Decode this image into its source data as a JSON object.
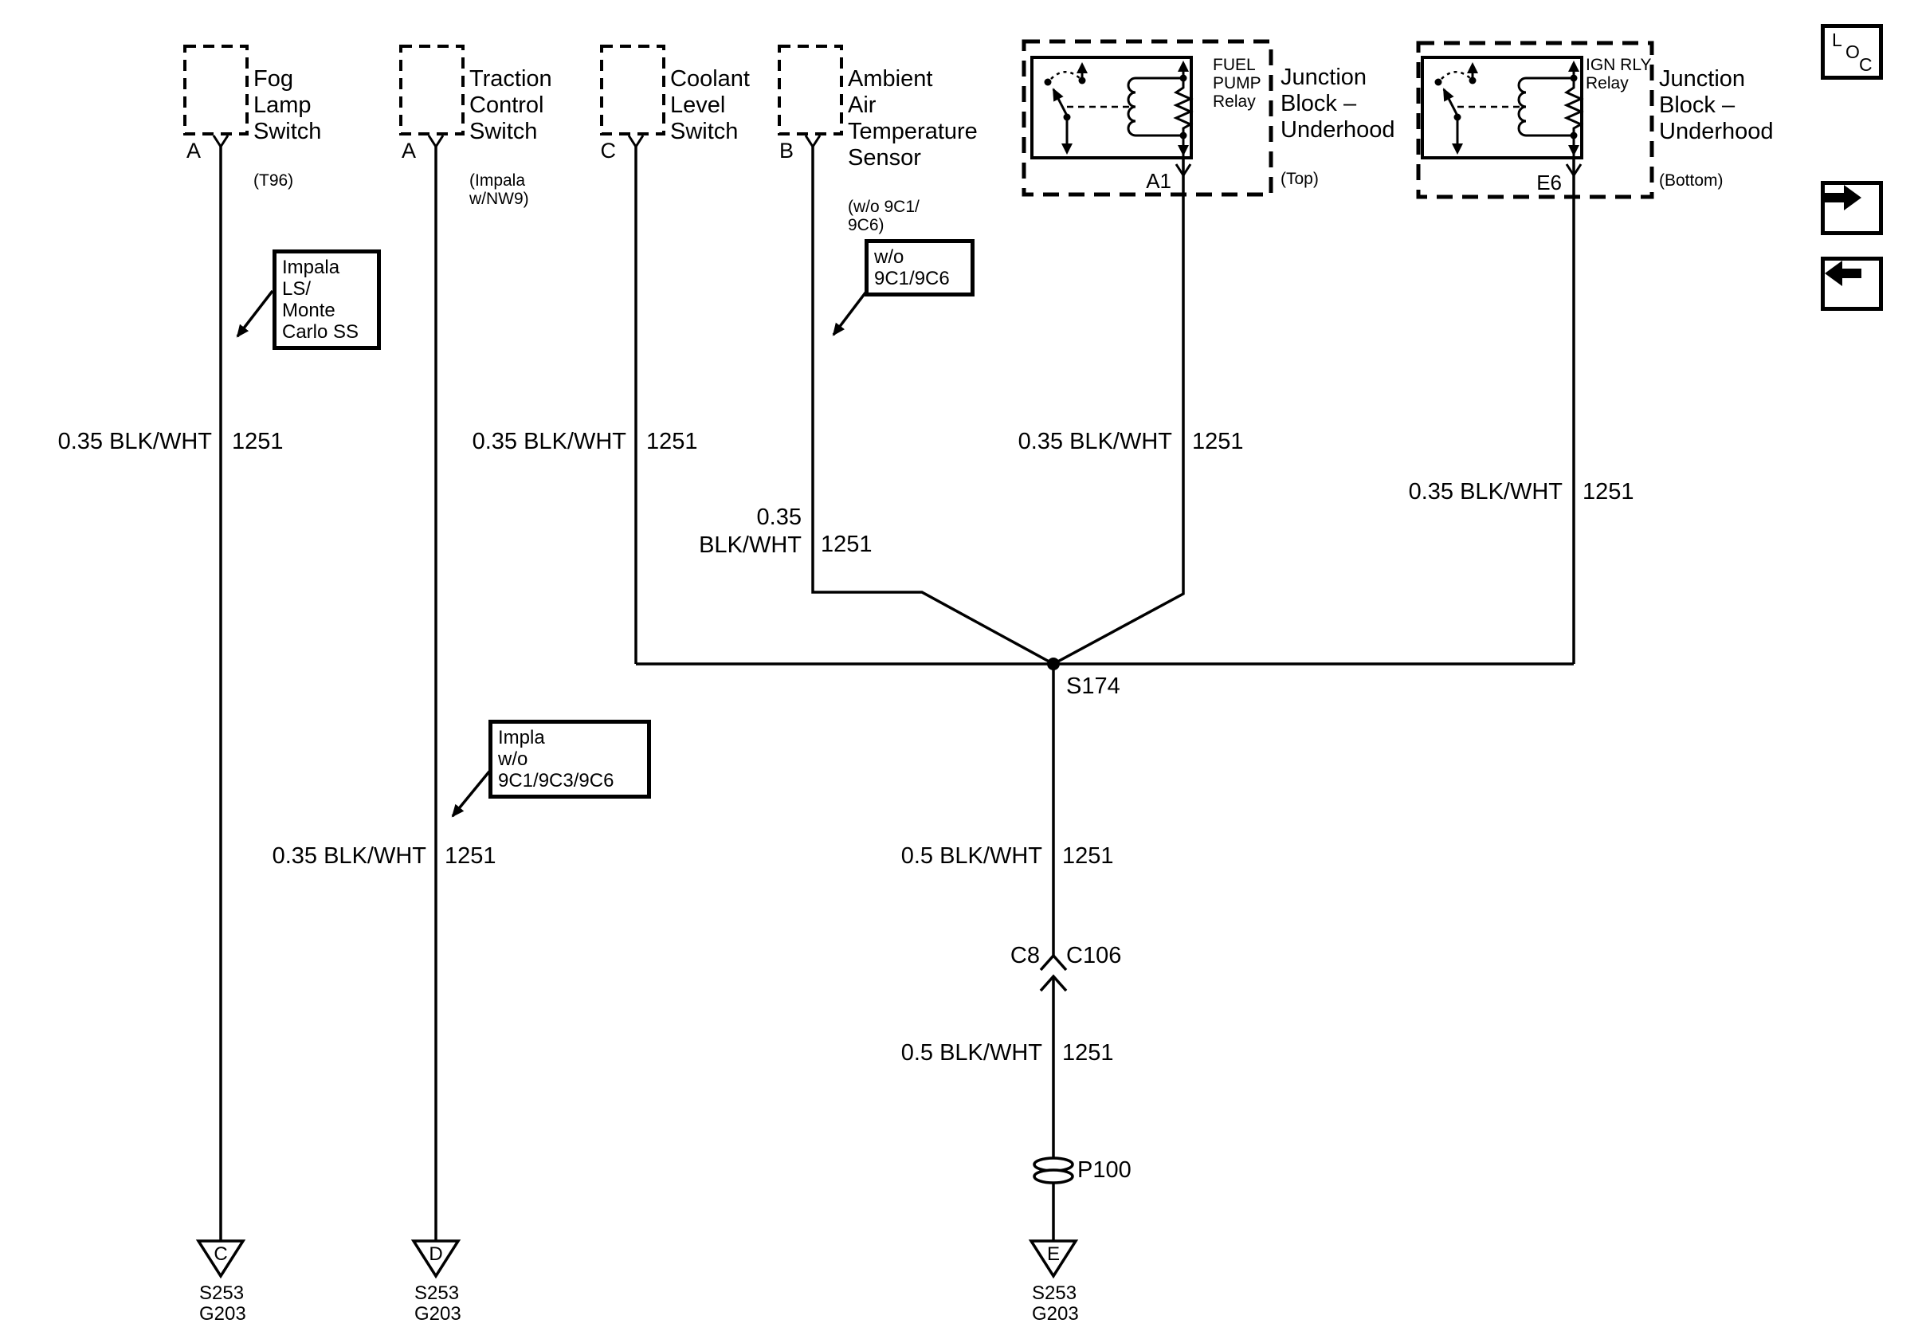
{
  "components": {
    "fog_lamp_switch": {
      "title": "Fog\nLamp\nSwitch",
      "subtitle": "(T96)",
      "pin": "A"
    },
    "traction_control_switch": {
      "title": "Traction\nControl\nSwitch",
      "subtitle": "(Impala\nw/NW9)",
      "pin": "A"
    },
    "coolant_level_switch": {
      "title": "Coolant\nLevel\nSwitch",
      "subtitle": "",
      "pin": "C"
    },
    "ambient_air_temp_sensor": {
      "title": "Ambient\nAir\nTemperature\nSensor",
      "subtitle": "(w/o 9C1/\n9C6)",
      "pin": "B"
    },
    "junction_block_top": {
      "relay": "FUEL\nPUMP\nRelay",
      "title": "Junction\nBlock –\nUnderhood",
      "subtitle": "(Top)",
      "pin": "A1"
    },
    "junction_block_bottom": {
      "relay": "IGN RLY\nRelay",
      "title": "Junction\nBlock –\nUnderhood",
      "subtitle": "(Bottom)",
      "pin": "E6"
    }
  },
  "callouts": {
    "impala_ls": "Impala LS/\nMonte\nCarlo SS",
    "wo_9c1_9c6": "w/o\n9C1/9C6",
    "impla": "Impla\nw/o 9C1/9C3/9C6"
  },
  "wire_labels": {
    "fog": {
      "spec": "0.35 BLK/WHT",
      "circuit": "1251"
    },
    "traction": {
      "spec": "0.35 BLK/WHT",
      "circuit": "1251"
    },
    "coolant": {
      "spec": "0.35 BLK/WHT",
      "circuit": "1251"
    },
    "ambient": {
      "spec": "0.35\nBLK/WHT",
      "circuit": "1251"
    },
    "fuel_pump": {
      "spec": "0.35 BLK/WHT",
      "circuit": "1251"
    },
    "ign_relay": {
      "spec": "0.35 BLK/WHT",
      "circuit": "1251"
    },
    "splice_out": {
      "spec": "0.5 BLK/WHT",
      "circuit": "1251"
    },
    "to_ground": {
      "spec": "0.5 BLK/WHT",
      "circuit": "1251"
    }
  },
  "nodes": {
    "splice": "S174",
    "connector_left": "C8",
    "connector_right": "C106",
    "grommet": "P100"
  },
  "grounds": [
    {
      "letter": "C",
      "ref": "S253\nG203"
    },
    {
      "letter": "D",
      "ref": "S253\nG203"
    },
    {
      "letter": "E",
      "ref": "S253\nG203"
    }
  ],
  "legend": {
    "loc_l": "L",
    "loc_o": "O",
    "loc_c": "C"
  },
  "colors": {
    "line": "#000000",
    "background": "#ffffff"
  }
}
